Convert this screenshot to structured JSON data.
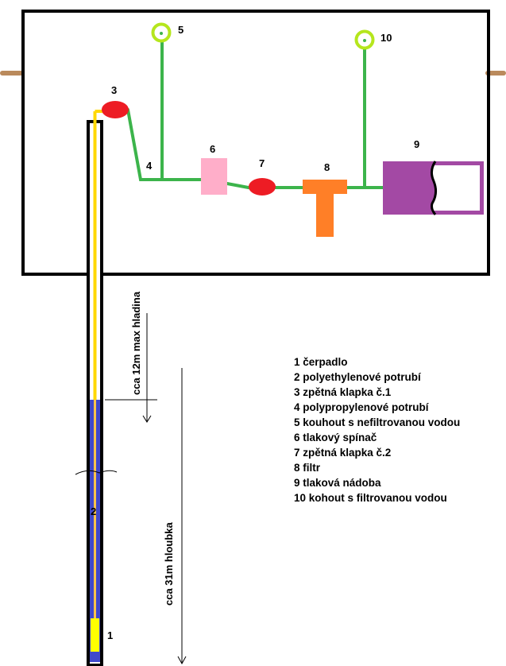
{
  "labels": {
    "n1": "1",
    "n2": "2",
    "n3": "3",
    "n4": "4",
    "n5": "5",
    "n6": "6",
    "n7": "7",
    "n8": "8",
    "n9": "9",
    "n10": "10"
  },
  "annotations": {
    "max_level": "cca 12m max hladina",
    "depth": "cca 31m hloubka"
  },
  "legend": [
    "1  čerpadlo",
    "2  polyethylenové potrubí",
    "3  zpětná klapka č.1",
    "4  polypropylenové potrubí",
    "5  kouhout s nefiltrovanou vodou",
    "6  tlakový spínač",
    "7  zpětná klapka č.2",
    "8  filtr",
    "9  tlaková nádoba",
    "10 kohout s filtrovanou vodou"
  ],
  "colors": {
    "pipe_pp": "#3cb44b",
    "pipe_pe": "#ffd800",
    "water": "#3f48cc",
    "check_valve": "#ed1c24",
    "pressure_switch": "#ffaec9",
    "filter": "#ff7f27",
    "tank": "#a349a4",
    "tap": "#b5e61d",
    "well_outer": "#ba8a5c"
  }
}
